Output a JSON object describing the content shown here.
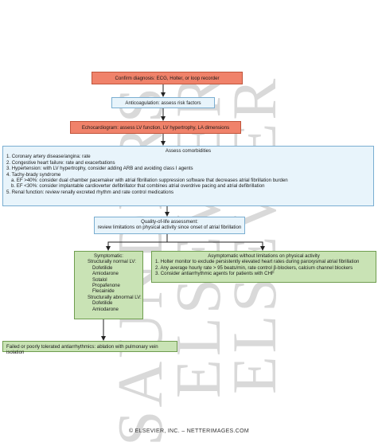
{
  "watermark": {
    "line1": "SAUNDERS",
    "line2": "ELSEVIER",
    "line3": "ELSEVIER"
  },
  "flowchart": {
    "confirm": "Confirm diagnosis: ECG, Holter, or loop recorder",
    "anticoagulation": "Anticoagulation: assess risk factors",
    "echocardiogram": "Echocardiogram: assess LV function, LV hypertrophy, LA dimensions",
    "comorbidities": {
      "title": "Assess comorbidities",
      "items": [
        "1. Coronary artery disease/angina: rate",
        "2. Congestive heart failure: rate and exacerbations",
        "3. Hypertension: with LV hypertrophy, consider adding ARB and avoiding class I agents",
        "4. Tachy-brady syndrome"
      ],
      "subitems": [
        "a. EF >40%: consider dual chamber pacemaker with atrial fibrillation suppression software that decreases atrial fibrillation burden",
        "b. EF <30%: consider implantable cardioverter defibrillator that combines atrial overdrive pacing and atrial defibrillation"
      ],
      "last_item": "5. Renal function: review renally excreted rhythm and rate control medications"
    },
    "qol": {
      "line1": "Quality-of-life assessment:",
      "line2": "review limitations on physical activity since onset of atrial fibrillation"
    },
    "symptomatic": {
      "title": "Symptomatic:",
      "normal_header": "Structurally normal LV:",
      "normal_drugs": [
        "Dofetilide",
        "Amiodarone",
        "Sotalol",
        "Propafenone",
        "Flecainide"
      ],
      "abnormal_header": "Structurally abnormal LV:",
      "abnormal_drugs": [
        "Dofetilide",
        "Amiodarone"
      ]
    },
    "asymptomatic": {
      "title": "Asymptomatic without limitations on physical activity",
      "items": [
        "1. Holter monitor to exclude persistently elevated heart rates during paroxysmal atrial fibrillation",
        "2. Any average hourly rate > 95 beats/min, rate control β-blockers, calcium channel blockers",
        "3. Consider antiarrhythmic agents for patients with CHF"
      ]
    },
    "ablation": "Failed or poorly tolerated antiarrhythmics: ablation with pulmonary vein isolation"
  },
  "footer": "© ELSEVIER, INC. – NETTERIMAGES.COM",
  "colors": {
    "red_box": "#f0826a",
    "blue_box": "#e8f4fb",
    "green_box": "#c9e3b5"
  }
}
